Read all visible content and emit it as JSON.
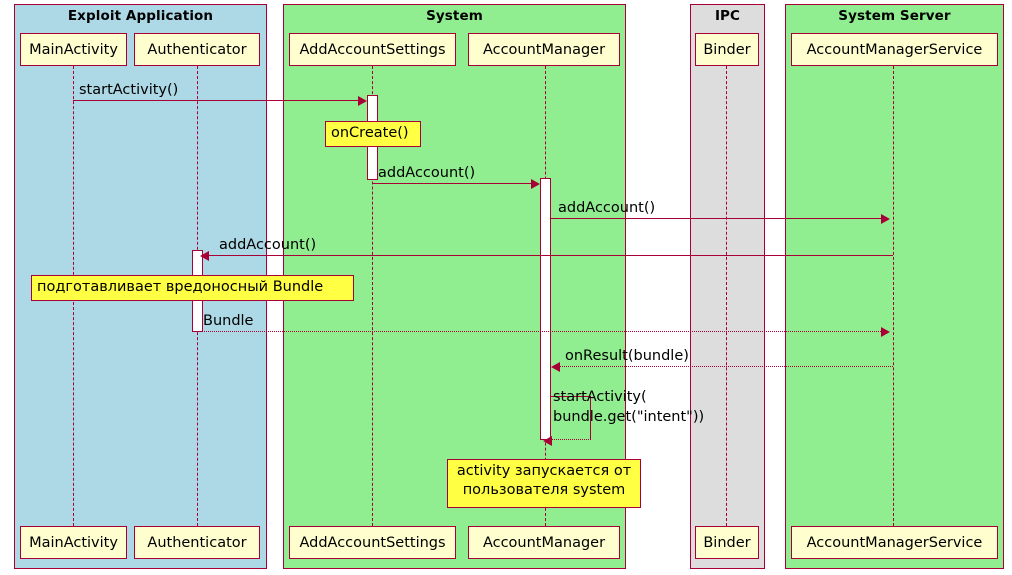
{
  "diagram": {
    "type": "uml-sequence-diagram",
    "title": "Android AccountManager exploit sequence",
    "colors": {
      "line": "#a80036",
      "participant_fill": "#fefece",
      "note_fill": "#ffff44",
      "group_exploit_fill": "#add8e6",
      "group_system_fill": "#90ee90",
      "group_ipc_fill": "#dddddd",
      "group_server_fill": "#90ee90",
      "text": "#000000"
    }
  },
  "groups": [
    {
      "id": "exploit",
      "label": "Exploit Application",
      "fill": "#add8e6"
    },
    {
      "id": "system",
      "label": "System",
      "fill": "#90ee90"
    },
    {
      "id": "ipc",
      "label": "IPC",
      "fill": "#dddddd"
    },
    {
      "id": "server",
      "label": "System Server",
      "fill": "#90ee90"
    }
  ],
  "participants": [
    {
      "id": "mainactivity",
      "label": "MainActivity",
      "group": "exploit"
    },
    {
      "id": "authenticator",
      "label": "Authenticator",
      "group": "exploit"
    },
    {
      "id": "addaccountsettings",
      "label": "AddAccountSettings",
      "group": "system"
    },
    {
      "id": "accountmanager",
      "label": "AccountManager",
      "group": "system"
    },
    {
      "id": "binder",
      "label": "Binder",
      "group": "ipc"
    },
    {
      "id": "accountmanagerservice",
      "label": "AccountManagerService",
      "group": "server"
    }
  ],
  "messages": [
    {
      "id": "m1",
      "label": "startActivity()",
      "from": "mainactivity",
      "to": "addaccountsettings",
      "style": "solid"
    },
    {
      "id": "m2",
      "label": "addAccount()",
      "from": "addaccountsettings",
      "to": "accountmanager",
      "style": "solid"
    },
    {
      "id": "m3",
      "label": "addAccount()",
      "from": "accountmanager",
      "to": "accountmanagerservice",
      "style": "solid"
    },
    {
      "id": "m4",
      "label": "addAccount()",
      "from": "accountmanagerservice",
      "to": "authenticator",
      "style": "solid"
    },
    {
      "id": "m5",
      "label": "Bundle",
      "from": "authenticator",
      "to": "accountmanagerservice",
      "style": "dotted"
    },
    {
      "id": "m6",
      "label": "onResult(bundle)",
      "from": "accountmanagerservice",
      "to": "accountmanager",
      "style": "dotted"
    },
    {
      "id": "m7",
      "label_line1": "startActivity(",
      "label_line2": "bundle.get(\"intent\"))",
      "from": "accountmanager",
      "to": "accountmanager",
      "style": "self"
    }
  ],
  "notes": [
    {
      "id": "n1",
      "text": "onCreate()",
      "over": "addaccountsettings"
    },
    {
      "id": "n2",
      "text": "подготавливает вредоносный Bundle",
      "over": "authenticator"
    },
    {
      "id": "n3",
      "line1": "activity запускается от",
      "line2": "пользователя system",
      "over": "accountmanager"
    }
  ]
}
